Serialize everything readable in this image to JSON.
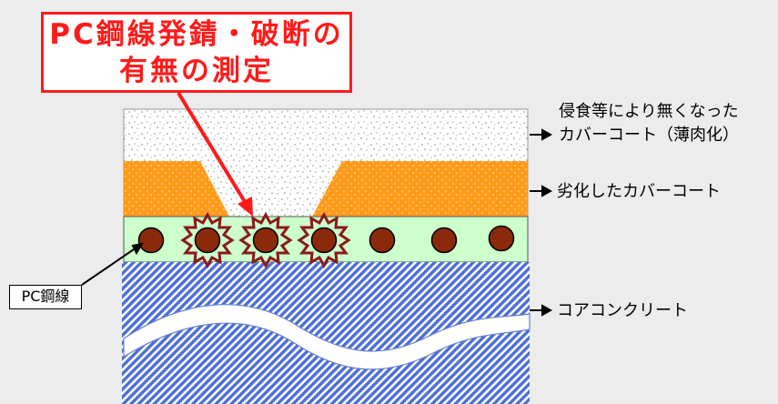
{
  "callout": {
    "line1": "PC鋼線発錆・破断の",
    "line2": "有無の測定"
  },
  "labels": {
    "eroded_line1": "侵食等により無くなった",
    "eroded_line2": "カバーコート（薄肉化）",
    "deteriorated": "劣化したカバーコート",
    "core": "コアコンクリート",
    "pc_wire": "PC鋼線"
  },
  "colors": {
    "callout": "#ff1a1a",
    "cover_orange": "#ff9a1a",
    "wire_layer": "#ccffcc",
    "wire": "#8b2a0a",
    "core_blue": "#4a6fd6"
  }
}
